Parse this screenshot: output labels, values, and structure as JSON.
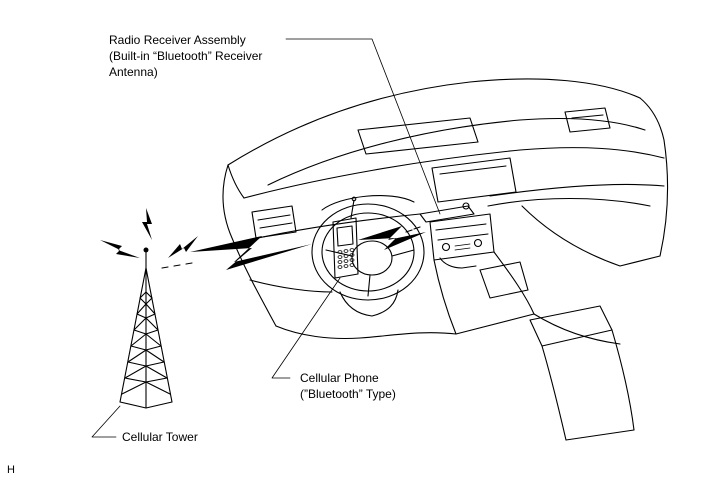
{
  "labels": {
    "radio_line1": "Radio Receiver Assembly",
    "radio_line2": "(Built-in “Bluetooth” Receiver",
    "radio_line3": "Antenna)",
    "phone_line1": "Cellular Phone",
    "phone_line2": "(”Bluetooth” Type)",
    "tower": "Cellular Tower",
    "code": "H"
  },
  "colors": {
    "line": "#000000",
    "background": "#ffffff"
  }
}
